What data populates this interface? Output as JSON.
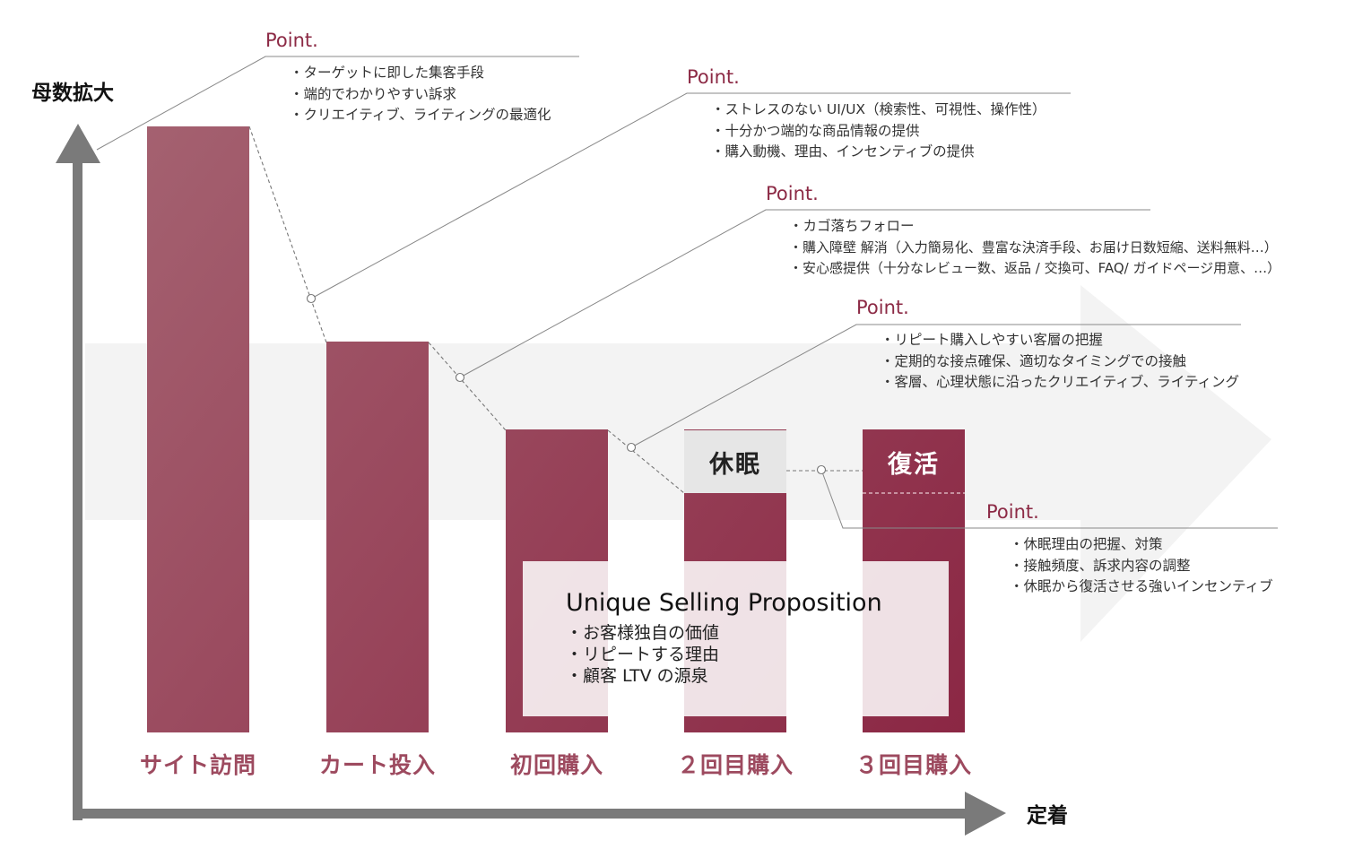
{
  "colors": {
    "accent": "#8c2a45",
    "bar_light": "#a46170",
    "bar_dark": "#8b2744",
    "label": "#9d4a5f",
    "axis": "#7a7a7a",
    "band": "#f3f3f3",
    "dormant_bg": "#e6e6e6"
  },
  "axes": {
    "y_label": "母数拡大",
    "x_label": "定着"
  },
  "stages": [
    {
      "label": "サイト訪問",
      "value": 1.0
    },
    {
      "label": "カート投入",
      "value": 0.645
    },
    {
      "label": "初回購入",
      "value": 0.5
    },
    {
      "label": "２回目購入",
      "value": 0.5
    },
    {
      "label": "３回目購入",
      "value": 0.5
    }
  ],
  "tags": {
    "dormant": "休眠",
    "revival": "復活"
  },
  "points": [
    {
      "title": "Point.",
      "items": [
        "・ターゲットに即した集客手段",
        "・端的でわかりやすい訴求",
        "・クリエイティブ、ライティングの最適化"
      ]
    },
    {
      "title": "Point.",
      "items": [
        "・ストレスのない UI/UX（検索性、可視性、操作性）",
        "・十分かつ端的な商品情報の提供",
        "・購入動機、理由、インセンティブの提供"
      ]
    },
    {
      "title": "Point.",
      "items": [
        "・カゴ落ちフォロー",
        "・購入障壁 解消（入力簡易化、豊富な決済手段、お届け日数短縮、送料無料…）",
        "・安心感提供（十分なレビュー数、返品 / 交換可、FAQ/ ガイドページ用意、…）"
      ]
    },
    {
      "title": "Point.",
      "items": [
        "・リピート購入しやすい客層の把握",
        "・定期的な接点確保、適切なタイミングでの接触",
        "・客層、心理状態に沿ったクリエイティブ、ライティング"
      ]
    },
    {
      "title": "Point.",
      "items": [
        "・休眠理由の把握、対策",
        "・接触頻度、訴求内容の調整",
        "・休眠から復活させる強いインセンティブ"
      ]
    }
  ],
  "usp": {
    "title": "Unique Selling Proposition",
    "items": [
      "・お客様独自の価値",
      "・リピートする理由",
      "・顧客 LTV の源泉"
    ]
  }
}
